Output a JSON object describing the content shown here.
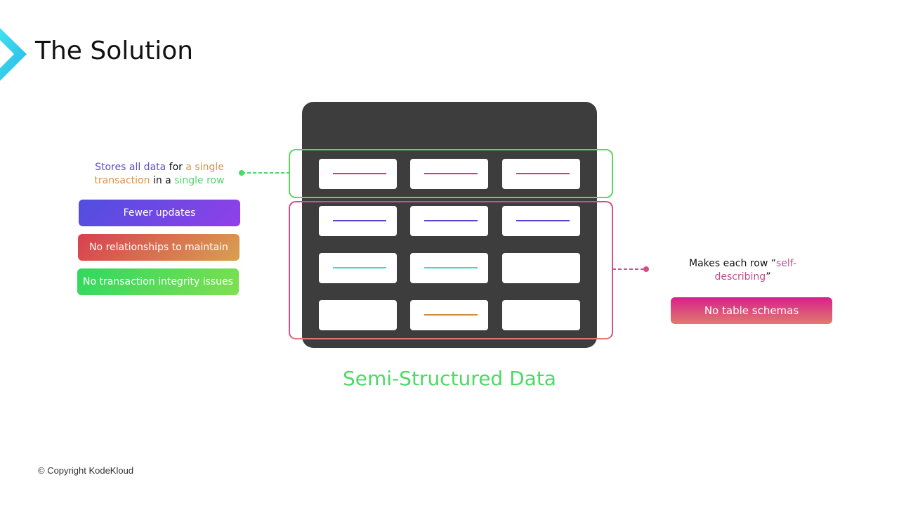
{
  "title": "The Solution",
  "left_note": {
    "p1": "Stores all data",
    "p2": " for ",
    "p3": "a single",
    "p4": "transaction",
    "p5": " in a ",
    "p6": "single row"
  },
  "left_pills": [
    "Fewer updates",
    "No relationships to maintain",
    "No transaction integrity issues"
  ],
  "right_note": {
    "p1": "Makes each row “",
    "p2": "self-describing",
    "p3": "”"
  },
  "right_pill": "No table schemas",
  "caption": "Semi-Structured Data",
  "copyright": "© Copyright KodeKloud",
  "colors": {
    "pink": "#d63a78",
    "purple": "#5b3fd6",
    "cyan": "#3fd6d6",
    "orange": "#d68a3f",
    "green": "#4cd964"
  }
}
